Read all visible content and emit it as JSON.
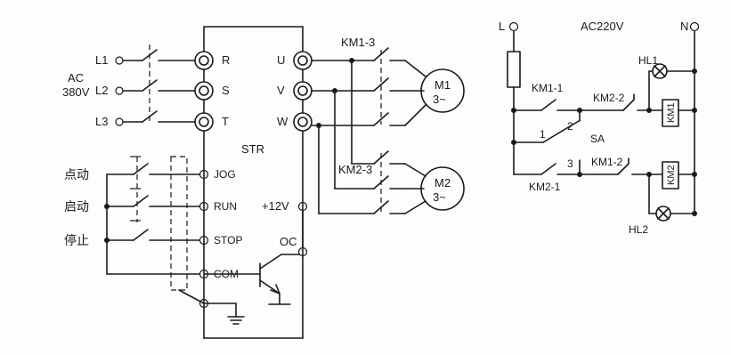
{
  "left": {
    "supply": {
      "line1": "AC",
      "line2": "380V"
    },
    "phases": [
      "L1",
      "L2",
      "L3"
    ],
    "drive_inputs": [
      "R",
      "S",
      "T"
    ],
    "drive_outputs": [
      "U",
      "V",
      "W"
    ],
    "drive_name": "STR",
    "controls": [
      "JOG",
      "RUN",
      "STOP",
      "COM"
    ],
    "buttons": [
      "点动",
      "启动",
      "停止"
    ],
    "supply_12v": "+12V",
    "oc": "OC",
    "contactor_a": "KM1-3",
    "contactor_b": "KM2-3",
    "motor1": {
      "name": "M1",
      "type": "3~"
    },
    "motor2": {
      "name": "M2",
      "type": "3~"
    }
  },
  "right": {
    "line": "L",
    "neutral": "N",
    "supply": "AC220V",
    "km1_1": "KM1-1",
    "km2_2": "KM2-2",
    "km1_coil": "KM1",
    "hl1": "HL1",
    "sa": "SA",
    "sa_pos1": "1",
    "sa_pos2": "2",
    "sa_pos3": "3",
    "km1_2": "KM1-2",
    "km2_1": "KM2-1",
    "km2_coil": "KM2",
    "hl2": "HL2"
  }
}
